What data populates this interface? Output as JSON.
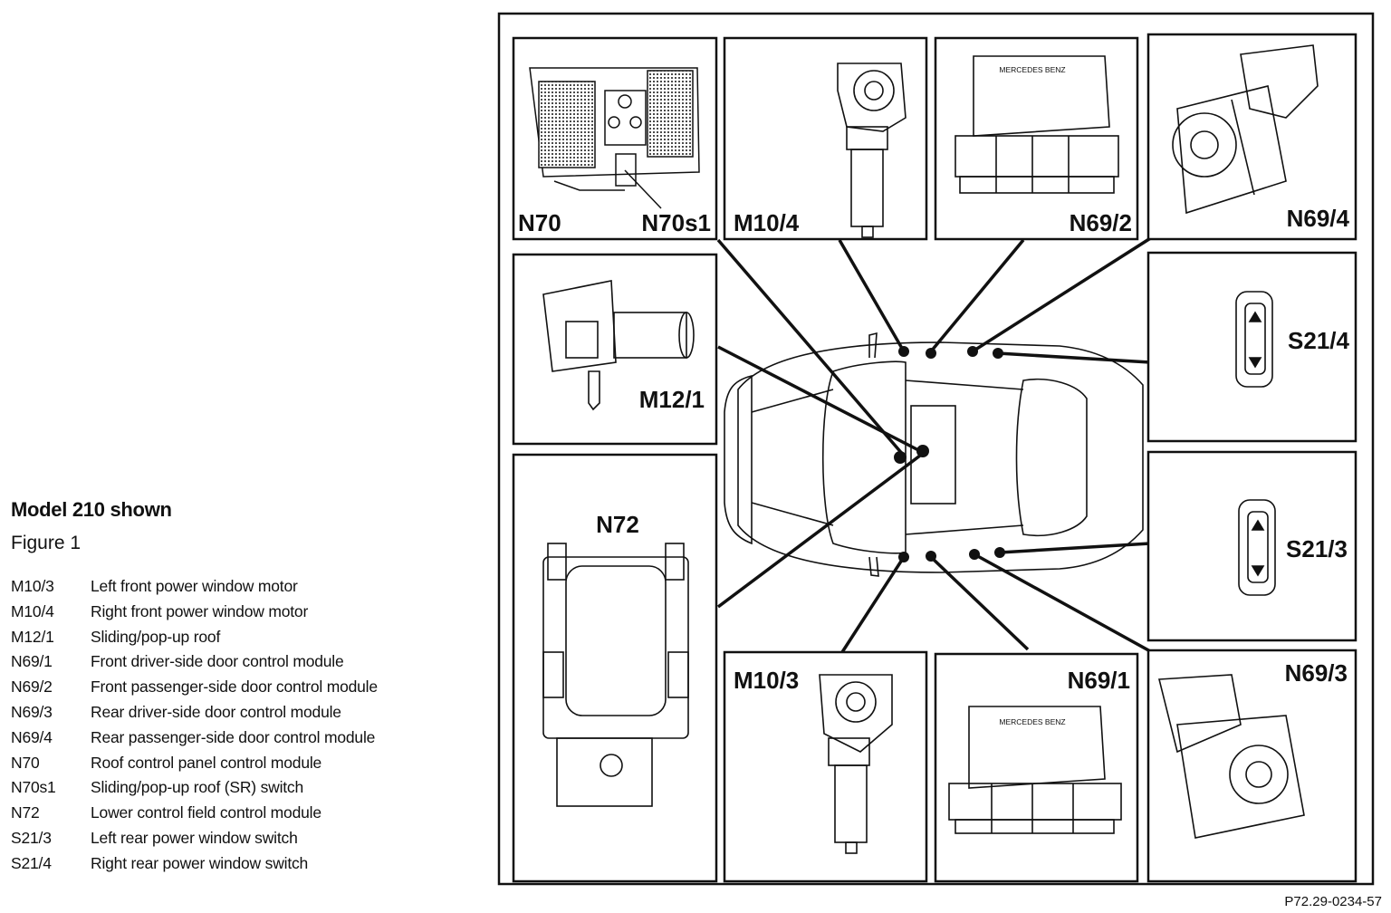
{
  "legend": {
    "title": "Model 210 shown",
    "subtitle": "Figure 1",
    "items": [
      {
        "code": "M10/3",
        "desc": "Left front power window motor"
      },
      {
        "code": "M10/4",
        "desc": "Right front power window motor"
      },
      {
        "code": "M12/1",
        "desc": "Sliding/pop-up roof"
      },
      {
        "code": "N69/1",
        "desc": "Front driver-side door control module"
      },
      {
        "code": "N69/2",
        "desc": "Front passenger-side door control module"
      },
      {
        "code": "N69/3",
        "desc": "Rear driver-side door control module"
      },
      {
        "code": "N69/4",
        "desc": "Rear passenger-side door control module"
      },
      {
        "code": "N70",
        "desc": "Roof control panel control module"
      },
      {
        "code": "N70s1",
        "desc": "Sliding/pop-up roof (SR) switch"
      },
      {
        "code": "N72",
        "desc": "Lower control field control module"
      },
      {
        "code": "S21/3",
        "desc": "Left rear power window switch"
      },
      {
        "code": "S21/4",
        "desc": "Right rear power window switch"
      }
    ]
  },
  "panels": {
    "n70": "N70",
    "n70s1": "N70s1",
    "m10_4": "M10/4",
    "n69_2": "N69/2",
    "n69_4": "N69/4",
    "m12_1": "M12/1",
    "s21_4": "S21/4",
    "n72": "N72",
    "s21_3": "S21/3",
    "m10_3": "M10/3",
    "n69_1": "N69/1",
    "n69_3": "N69/3"
  },
  "module_brand": "MERCEDES BENZ",
  "reference": "P72.29-0234-57"
}
